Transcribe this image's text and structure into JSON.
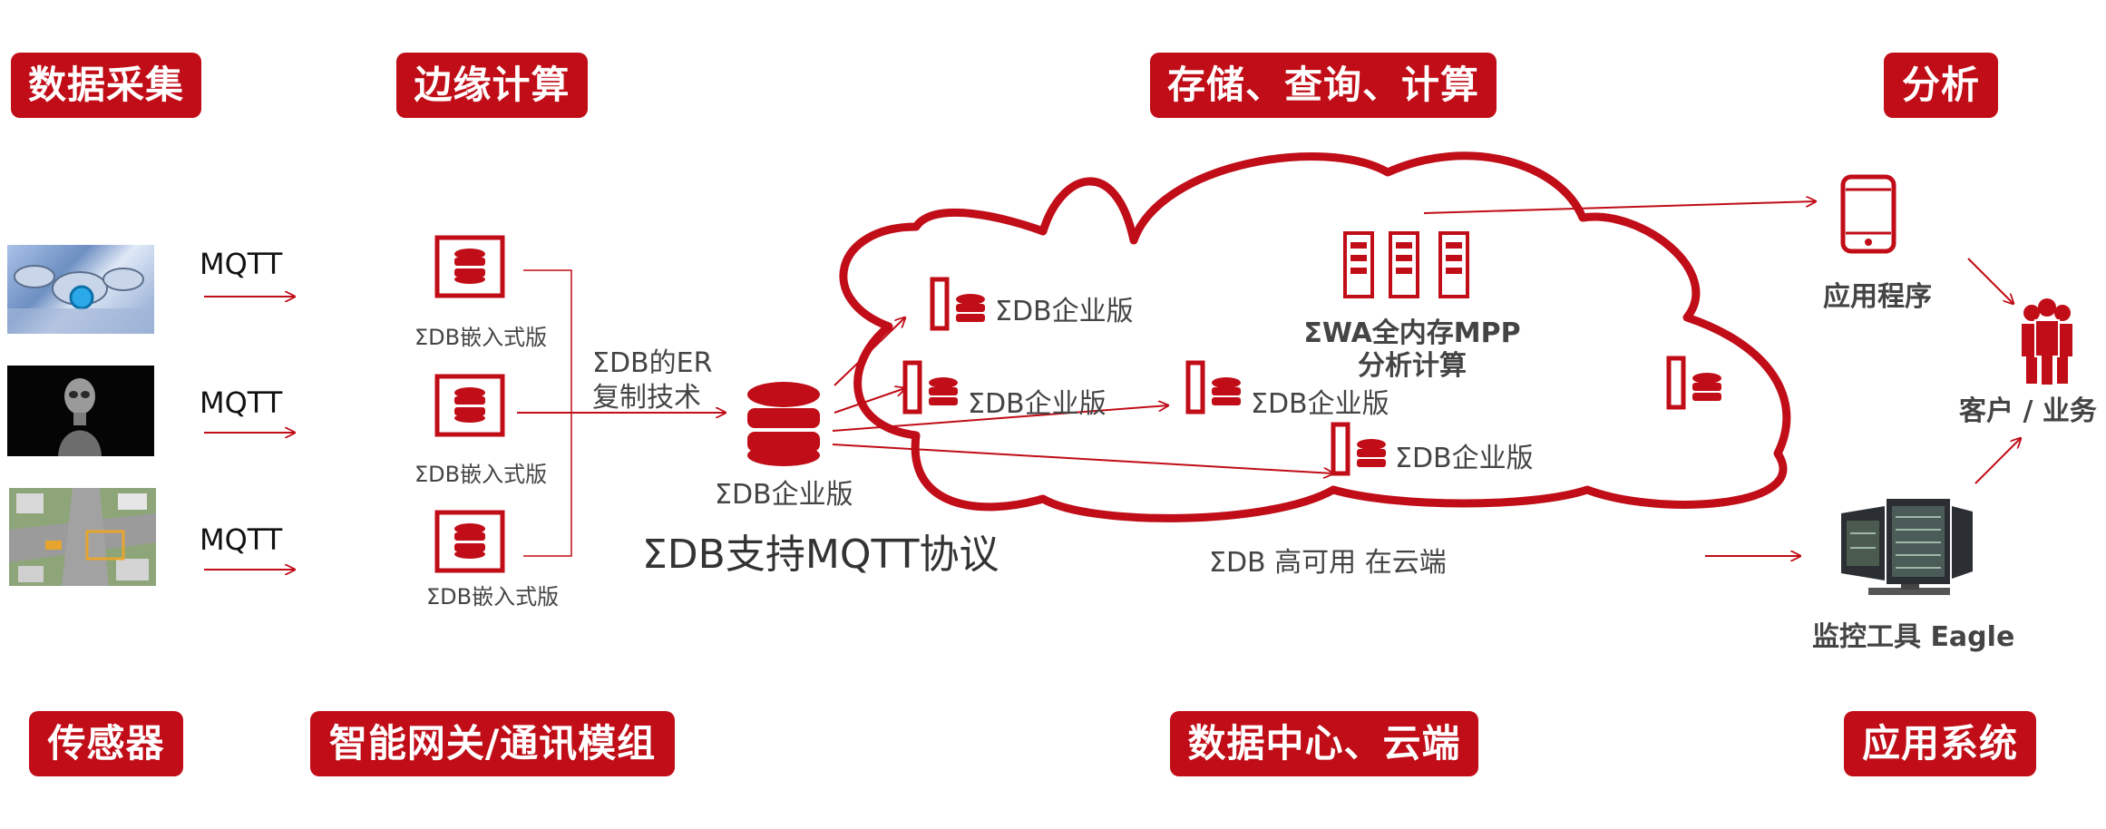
{
  "badges": {
    "data_collection": "数据采集",
    "edge_computing": "边缘计算",
    "storage_query_compute": "存储、查询、计算",
    "analysis": "分析",
    "sensors": "传感器",
    "gateway": "智能网关/通讯模组",
    "datacenter_cloud": "数据中心、云端",
    "app_system": "应用系统"
  },
  "protocol": {
    "mqtt1": "MQTT",
    "mqtt2": "MQTT",
    "mqtt3": "MQTT"
  },
  "embedded": {
    "e1": "ΣDB嵌入式版",
    "e2": "ΣDB嵌入式版",
    "e3": "ΣDB嵌入式版"
  },
  "replication": {
    "line1": "ΣDB的ER",
    "line2": "复制技术"
  },
  "hub": {
    "label": "ΣDB企业版",
    "mqtt_support": "ΣDB支持MQTT协议"
  },
  "cloud": {
    "ent1": "ΣDB企业版",
    "ent2": "ΣDB企业版",
    "ent3": "ΣDB企业版",
    "ent4": "ΣDB企业版",
    "mpp_line1": "ΣWA全内存MPP",
    "mpp_line2": "分析计算",
    "ha": "ΣDB 高可用 在云端"
  },
  "apps": {
    "app_program": "应用程序",
    "customer": "客户 / 业务",
    "monitor": "监控工具 Eagle"
  },
  "colors": {
    "brand_red": "#c00d17",
    "text": "#444444"
  }
}
